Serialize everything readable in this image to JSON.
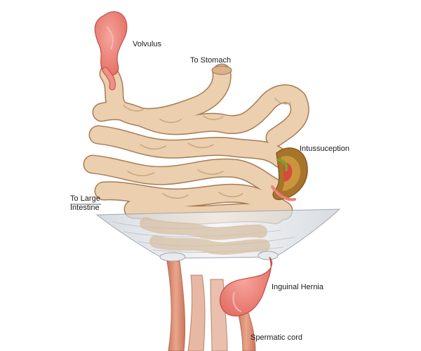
{
  "labels": {
    "volvulus": "Volvulus",
    "to_stomach": "To Stomach",
    "intussusception": "Intussuception",
    "to_large_intestine_line1": "To Large",
    "to_large_intestine_line2": "Intestine",
    "inguinal_hernia": "Inguinal Hernia",
    "spermatic_cord": "Spermatic cord"
  },
  "colors": {
    "intestine_fill": "#ebcfae",
    "intestine_stroke": "#a77c54",
    "lesion_fill": "#ef7f74",
    "lesion_stroke": "#c24c44",
    "membrane": "#d8dde3",
    "cord": "#dc8e74"
  }
}
